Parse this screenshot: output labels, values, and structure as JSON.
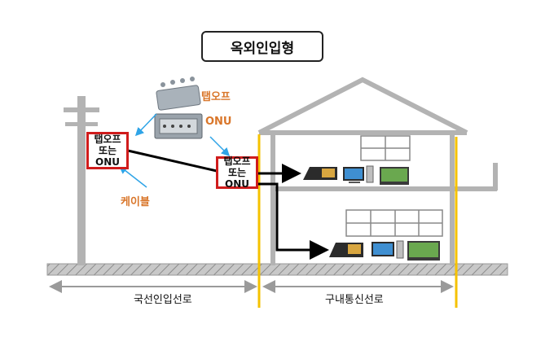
{
  "title": "옥외인입형",
  "labels": {
    "tap_off": "탭오프",
    "onu": "ONU",
    "cable": "케이블"
  },
  "box_left": {
    "line1": "탭오프",
    "line2": "또는",
    "line3": "ONU"
  },
  "box_right": {
    "line1": "탭오프",
    "line2": "또는",
    "line3": "ONU"
  },
  "sections": {
    "outside": "국선인입선로",
    "inside": "구내통신선로"
  },
  "colors": {
    "structure": "#b3b3b3",
    "red_box": "#d01c1c",
    "orange_text": "#d9762a",
    "pointer_arrow": "#2fa4e7",
    "yellow_line": "#f5c200",
    "cable": "#000000"
  }
}
